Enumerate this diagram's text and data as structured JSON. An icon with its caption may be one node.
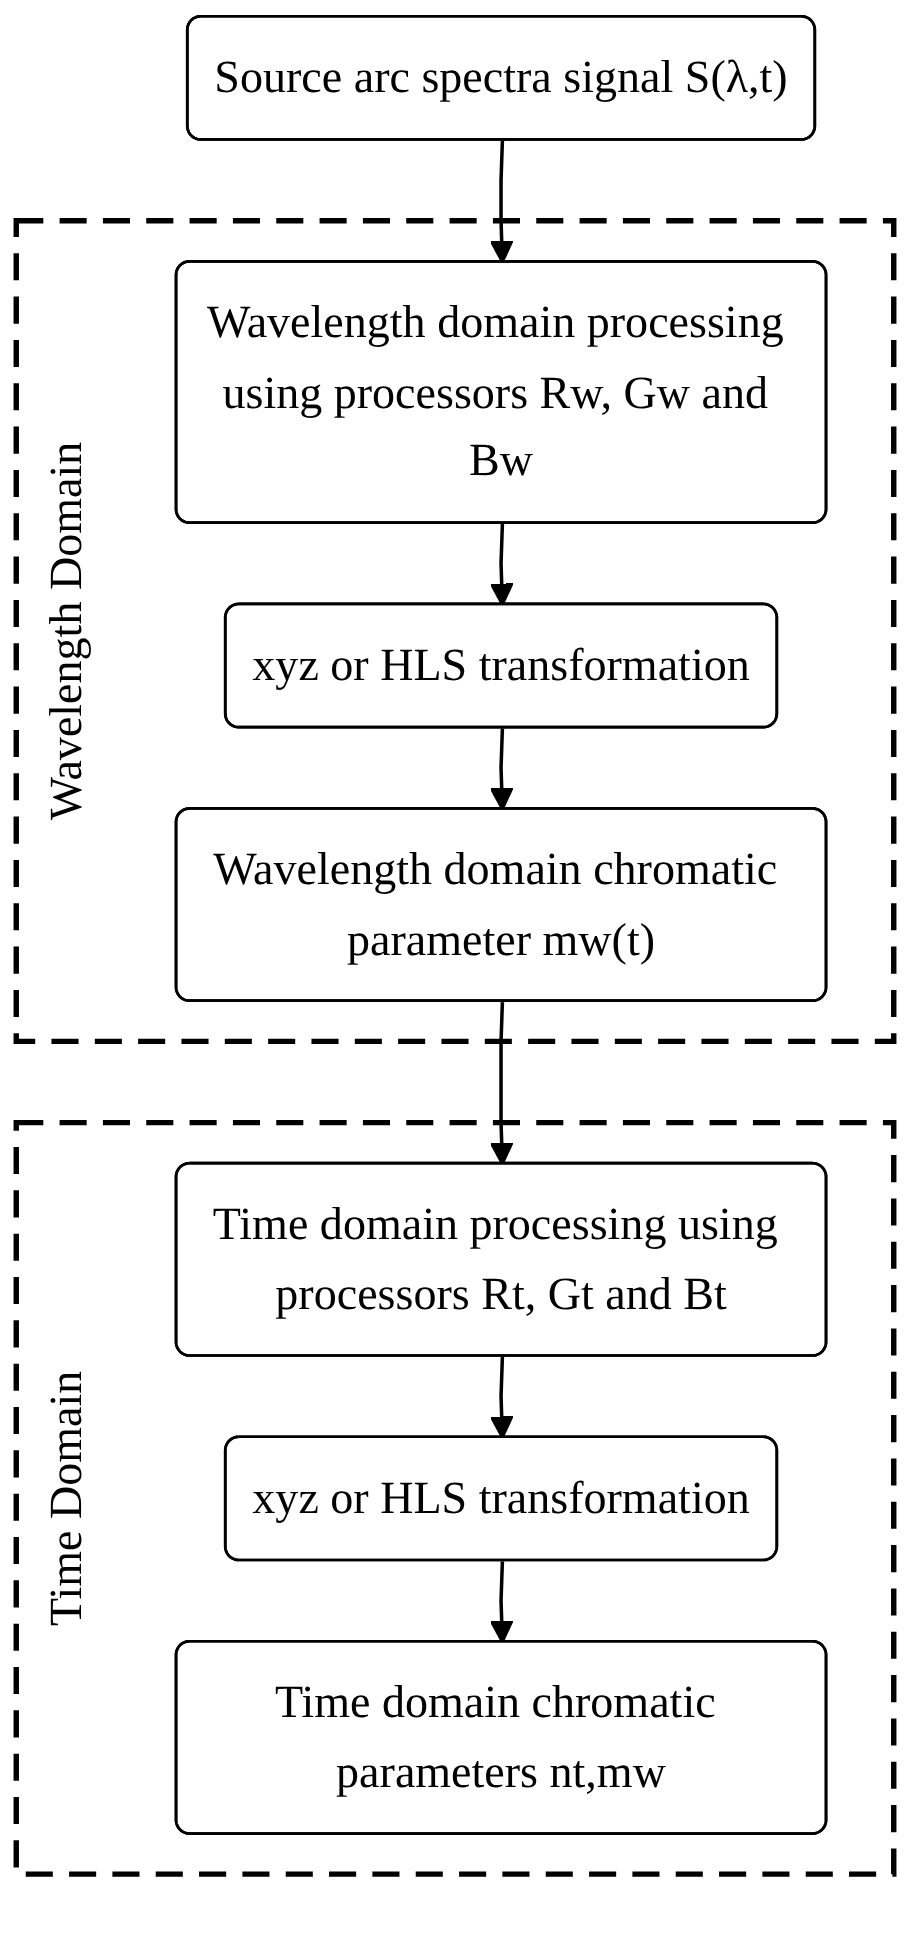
{
  "diagram": {
    "nodes": [
      {
        "text": [
          "Source arc spectra signal S(λ,t)"
        ]
      },
      {
        "text": [
          "Wavelength Domain"
        ]
      },
      {
        "text": [
          "Wavelength domain processing using processors Rw, Gw and Bw"
        ],
        "in": 1
      },
      {
        "text": [
          "xyz or HLS transformation"
        ],
        "in": 1
      },
      {
        "text": [
          "Wavelength domain chromatic parameter mw(t)"
        ],
        "in": 1
      },
      {
        "text": [
          "Time Domain"
        ]
      },
      {
        "text": [
          "Time domain processing using processors Rt, Gt and Bt"
        ],
        "in": 5
      },
      {
        "text": [
          "xyz or HLS transformation"
        ],
        "in": 5
      },
      {
        "text": [
          "Time domain chromatic parameters nt,mw"
        ],
        "in": 5
      }
    ],
    "edges": [
      {
        "from": 0,
        "to": 2,
        "arrow": "to"
      },
      {
        "from": 2,
        "to": 3,
        "arrow": "to"
      },
      {
        "from": 3,
        "to": 4,
        "arrow": "to"
      },
      {
        "from": 4,
        "to": 6,
        "arrow": "to"
      },
      {
        "from": 6,
        "to": 7,
        "arrow": "to"
      },
      {
        "from": 7,
        "to": 8,
        "arrow": "to"
      }
    ]
  }
}
